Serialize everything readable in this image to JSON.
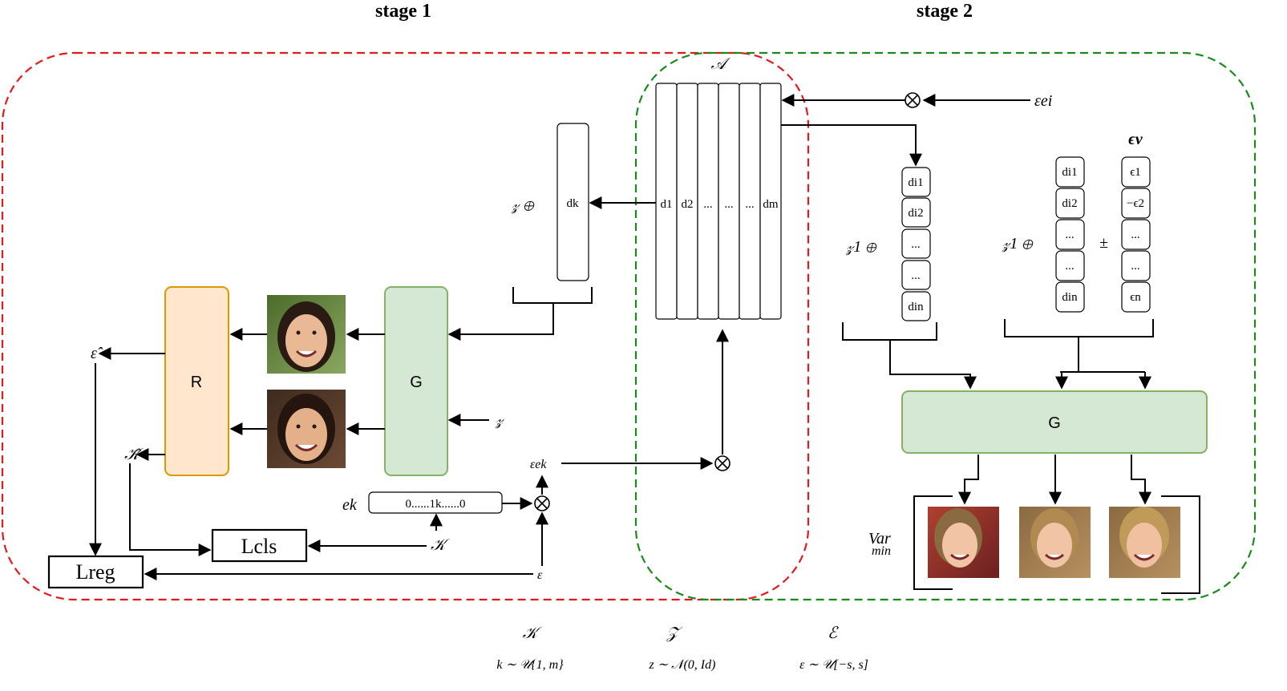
{
  "stages": {
    "stage1": "stage 1",
    "stage2": "stage 2"
  },
  "colors": {
    "stage1_border": "#e31a1c",
    "stage2_border": "#1a8a1a",
    "G_fill": "#d5e8d4",
    "G_stroke": "#82b366",
    "R_fill": "#ffe6cc",
    "R_stroke": "#d79b00"
  },
  "matrix": {
    "label": "𝒜",
    "columns": [
      "d1",
      "d2",
      "...",
      "...",
      "...",
      "dm"
    ]
  },
  "dk_box": {
    "label": "dk"
  },
  "z_input_left": "𝓏 ⊕",
  "blocks": {
    "G_stage1": "G",
    "R": "R",
    "G_stage2": "G"
  },
  "z_into_G": "𝓏",
  "outputs_R": {
    "epsilon_hat": "ε̂",
    "kappa_hat": "𝒦̂"
  },
  "ek": {
    "label": "ek",
    "vector": "0......1k......0",
    "eps_ek": "εek"
  },
  "kappa_input": "𝒦",
  "epsilon_input": "ε",
  "losses": {
    "cls": "Lcls",
    "reg": "Lreg"
  },
  "top_input": "εei",
  "stage2_left": {
    "z": "𝓏1 ⊕",
    "cells": [
      "di1",
      "di2",
      "...",
      "...",
      "din"
    ]
  },
  "stage2_right": {
    "z": "𝓏1 ⊕",
    "d_cells": [
      "di1",
      "di2",
      "...",
      "...",
      "din"
    ],
    "pm": "±",
    "v_label": "ϵv",
    "v_cells": [
      "ϵ1",
      "−ϵ2",
      "...",
      "...",
      "ϵn"
    ]
  },
  "var_min": {
    "var": "Var",
    "min": "min"
  },
  "legend": [
    {
      "symbol": "𝒦",
      "dist": "k ∼ 𝒰{1, m}"
    },
    {
      "symbol": "𝒵",
      "dist": "z ∼ 𝒩(0, Id)"
    },
    {
      "symbol": "ℰ",
      "dist": "ε ∼ 𝒰[−s, s]"
    }
  ],
  "icons": [
    "oplus-icon",
    "otimes-icon",
    "face-image"
  ]
}
